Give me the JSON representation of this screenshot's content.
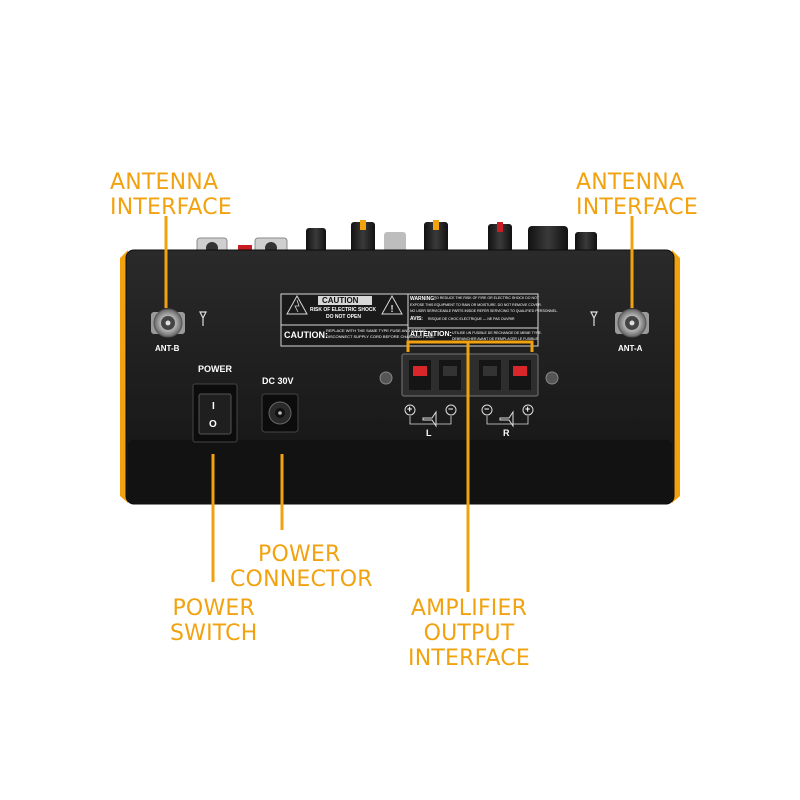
{
  "callouts": {
    "antenna_left": {
      "line1": "ANTENNA",
      "line2": "INTERFACE"
    },
    "antenna_right": {
      "line1": "ANTENNA",
      "line2": "INTERFACE"
    },
    "power_connector": {
      "line1": "POWER",
      "line2": "CONNECTOR"
    },
    "power_switch": {
      "line1": "POWER",
      "line2": "SWITCH"
    },
    "amplifier_output": {
      "line1": "AMPLIFIER",
      "line2": "OUTPUT INTERFACE"
    }
  },
  "panel": {
    "ant_b": "ANT-B",
    "ant_a": "ANT-A",
    "power": "POWER",
    "dc": "DC 30V",
    "switch_on": "I",
    "switch_off": "O",
    "caution": {
      "title": "CAUTION",
      "line1": "RISK OF ELECTRIC SHOCK",
      "line2": "DO NOT OPEN",
      "label": "CAUTION:",
      "text1": "REPLACE WITH THE SAME TYPE FUSE AND RATING.",
      "text2": "DISCONNECT SUPPLY CORD BEFORE CHANGING FUSE.",
      "warning_label": "WARNING:",
      "warning1": "TO REDUCE THE RISK OF FIRE OR ELECTRIC SHOCK DO NOT",
      "warning2": "EXPOSE THIS EQUIPMENT TO RAIN OR MOISTURE. DO NOT REMOVE COVER.",
      "warning3": "NO USER SERVICEABLE PARTS INSIDE REFER SERVICING TO QUALIFIED PERSONNEL.",
      "avis_label": "AVIS:",
      "avis1": "RISQUE DE CHOC ELECTRIQUE — NE PAS OUVRIR",
      "attention_label": "ATTENTION:",
      "attention1": "UTILISE UN FUSIBLE DE RECHANGE DE MEME TYPE.",
      "attention2": "DEBRANCHER AVANT DE REMPLACER LE FUSIBLE."
    },
    "speaker_l": "L",
    "speaker_r": "R",
    "plus": "+",
    "minus": "−"
  },
  "colors": {
    "accent": "#f2a20f",
    "panel": "#1b1b1b",
    "speaker_red": "#d9262b"
  }
}
